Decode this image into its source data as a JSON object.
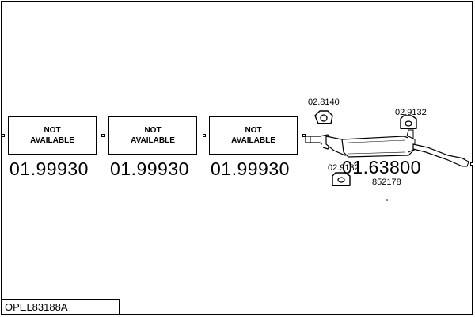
{
  "not_available_label": "NOT\nAVAILABLE",
  "parts": [
    {
      "number": "01.99930"
    },
    {
      "number": "01.99930"
    },
    {
      "number": "01.99930"
    },
    {
      "number": "01.63800",
      "sub_number": "852178"
    }
  ],
  "accessories": [
    {
      "number": "02.8140"
    },
    {
      "number": "02.9132"
    },
    {
      "number": "02.9132"
    }
  ],
  "assembly_code": "OPEL83188A"
}
